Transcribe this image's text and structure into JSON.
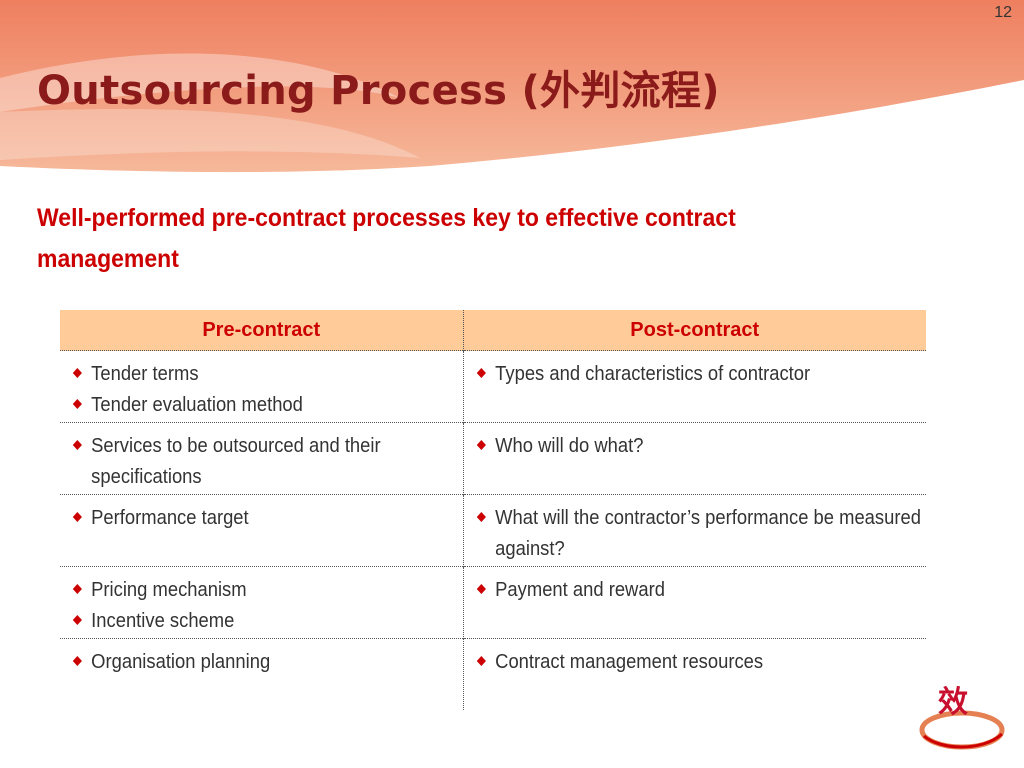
{
  "slide": {
    "number": "12",
    "title": "Outsourcing Process (外判流程)",
    "subtitle": "Well-performed pre-contract processes key to effective contract management"
  },
  "table": {
    "headers": [
      "Pre-contract",
      "Post-contract"
    ],
    "rows": [
      {
        "pre": [
          "Tender terms",
          "Tender evaluation method"
        ],
        "post": [
          "Types and characteristics of contractor"
        ]
      },
      {
        "pre": [
          "Services to be outsourced and their specifications"
        ],
        "post": [
          "Who will do what?"
        ]
      },
      {
        "pre": [
          "Performance target"
        ],
        "post": [
          "What will the contractor’s performance be measured against?"
        ]
      },
      {
        "pre": [
          "Pricing mechanism",
          "Incentive scheme"
        ],
        "post": [
          "Payment and reward"
        ]
      },
      {
        "pre": [
          "Organisation planning"
        ],
        "post": [
          "Contract management resources"
        ]
      }
    ]
  },
  "logo": {
    "character": "效",
    "icon": "efficiency-logo-icon"
  },
  "colors": {
    "title": "#8B1A1A",
    "subtitle": "#CC0000",
    "header_fill": "#FFCC99",
    "bullet": "#CC0000",
    "banner": "#EE7F5F"
  }
}
